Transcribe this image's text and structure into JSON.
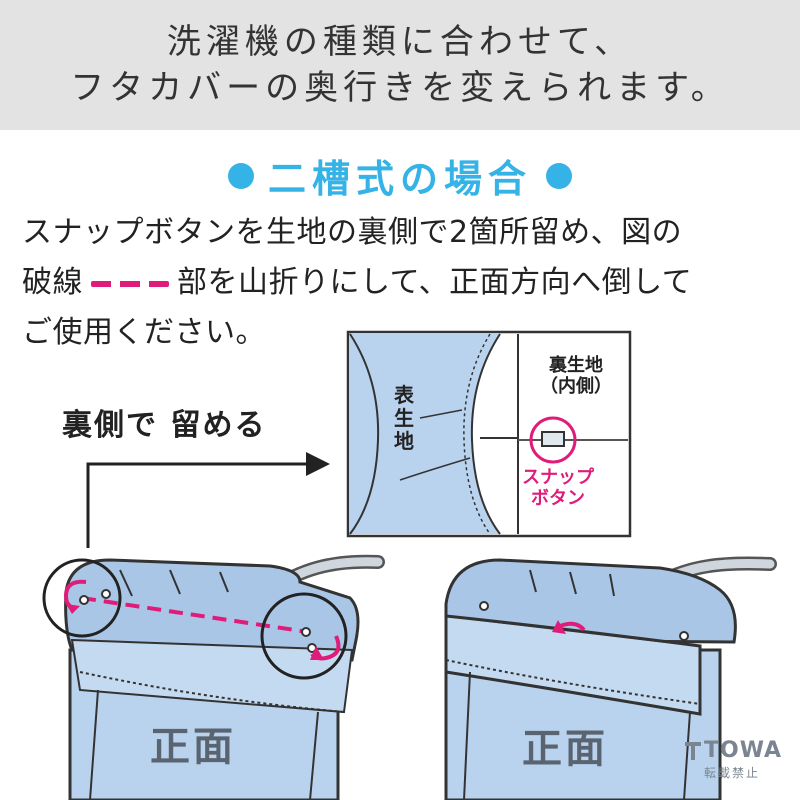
{
  "banner": {
    "line1": "洗濯機の種類に合わせて、",
    "line2": "フタカバーの奥行きを変えられます。"
  },
  "section": {
    "title": "二槽式の場合"
  },
  "instructions": {
    "line1": "スナップボタンを生地の裏側で2箇所留め、図の",
    "line2_before": "破線",
    "line2_after": "部を山折りにして、正面方向へ倒して",
    "line3": "ご使用ください。"
  },
  "callout": "裏側で 留める",
  "detail": {
    "front_label": "表生地",
    "back_label_1": "裏生地",
    "back_label_2": "（内側）",
    "snap_label_1": "スナップ",
    "snap_label_2": "ボタン"
  },
  "machine_left_label": "正面",
  "machine_right_label": "正面",
  "logo": {
    "brand": "TOWA",
    "note": "転載禁止"
  },
  "colors": {
    "accent_blue": "#36b3e6",
    "accent_pink": "#e01c7a",
    "machine_fill": "#b9d3ee",
    "banner_bg": "#e3e3e3"
  }
}
